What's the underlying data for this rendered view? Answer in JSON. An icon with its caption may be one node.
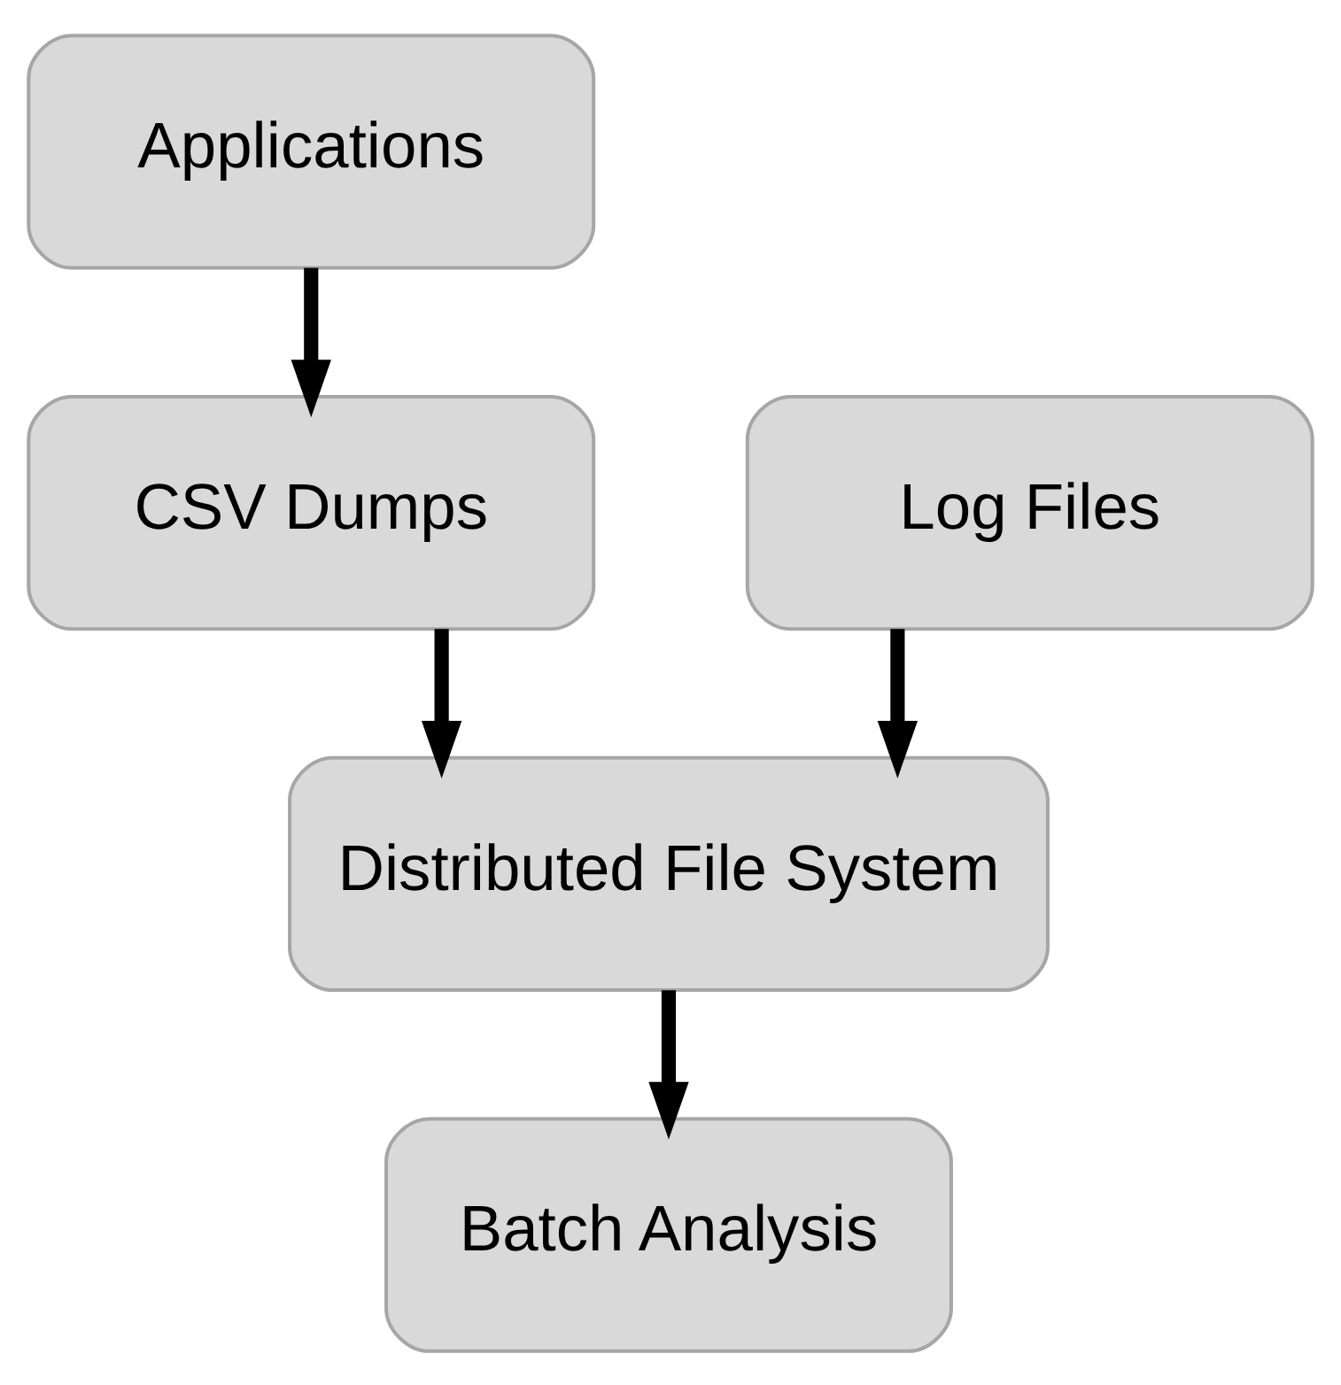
{
  "diagram": {
    "nodes": [
      {
        "text": [
          "Applications"
        ]
      },
      {
        "text": [
          "CSV Dumps"
        ]
      },
      {
        "text": [
          "Distributed File System"
        ]
      },
      {
        "text": [
          "Log Files"
        ]
      },
      {
        "text": [
          "Batch Analysis"
        ]
      }
    ],
    "edges": [
      {
        "from": 0,
        "to": 1,
        "arrow": "to"
      },
      {
        "from": 1,
        "to": 2,
        "arrow": "to"
      },
      {
        "from": 3,
        "to": 2,
        "arrow": "to"
      },
      {
        "from": 2,
        "to": 4,
        "arrow": "to"
      }
    ]
  }
}
